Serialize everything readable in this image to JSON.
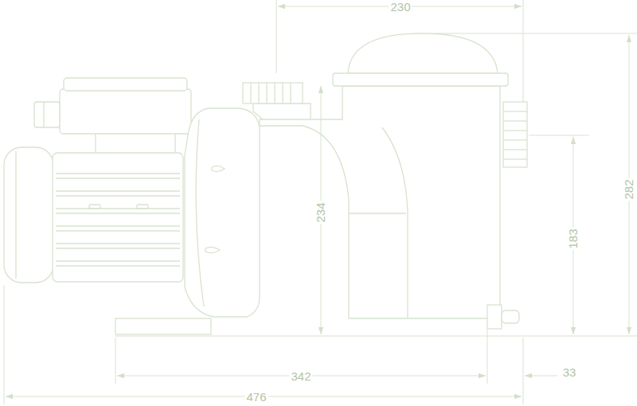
{
  "diagram": {
    "labels": [
      "230",
      "234",
      "282",
      "183",
      "342",
      "33",
      "476"
    ]
  }
}
